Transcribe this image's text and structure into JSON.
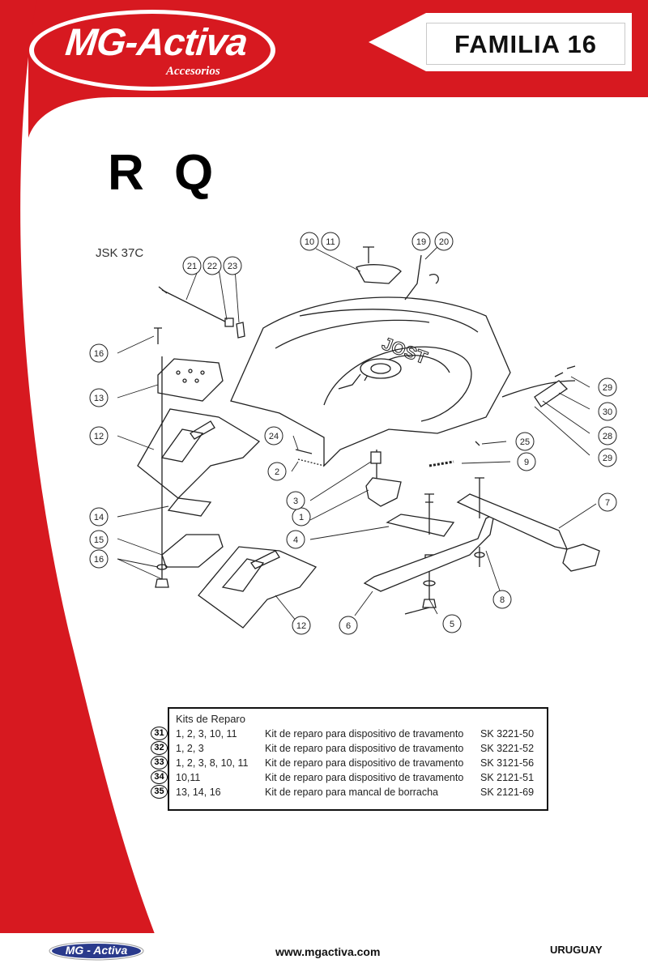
{
  "colors": {
    "brand_red": "#d71920",
    "line": "#222222"
  },
  "header": {
    "logo_text": "MG-Activa",
    "logo_subtext": "Accesorios",
    "family_label": "FAMILIA 16"
  },
  "main": {
    "title": "R Q",
    "model": "JSK 37C"
  },
  "diagram": {
    "watermark_text": "JOST",
    "callouts": [
      "1",
      "2",
      "3",
      "4",
      "5",
      "6",
      "7",
      "8",
      "9",
      "10",
      "11",
      "12",
      "12",
      "13",
      "14",
      "15",
      "16",
      "16",
      "19",
      "20",
      "21",
      "22",
      "23",
      "24",
      "25",
      "28",
      "29",
      "29",
      "30"
    ]
  },
  "kits": {
    "title": "Kits de Reparo",
    "rows": [
      {
        "num": "31",
        "items": "1, 2, 3, 10, 11",
        "desc": "Kit de reparo para dispositivo de travamento",
        "code": "SK 3221-50"
      },
      {
        "num": "32",
        "items": " 1, 2, 3",
        "desc": "Kit de reparo para dispositivo de travamento",
        "code": "SK 3221-52"
      },
      {
        "num": "33",
        "items": "1, 2, 3, 8, 10, 11",
        "desc": "Kit de reparo para dispositivo de travamento",
        "code": "SK 3121-56"
      },
      {
        "num": "34",
        "items": "10,11",
        "desc": "Kit de reparo para dispositivo de travamento",
        "code": "SK 2121-51"
      },
      {
        "num": "35",
        "items": "13, 14, 16",
        "desc": "Kit de reparo para mancal de borracha",
        "code": "SK 2121-69"
      }
    ]
  },
  "footer": {
    "logo_text": "MG - Activa",
    "url": "www.mgactiva.com",
    "country": "URUGUAY"
  }
}
